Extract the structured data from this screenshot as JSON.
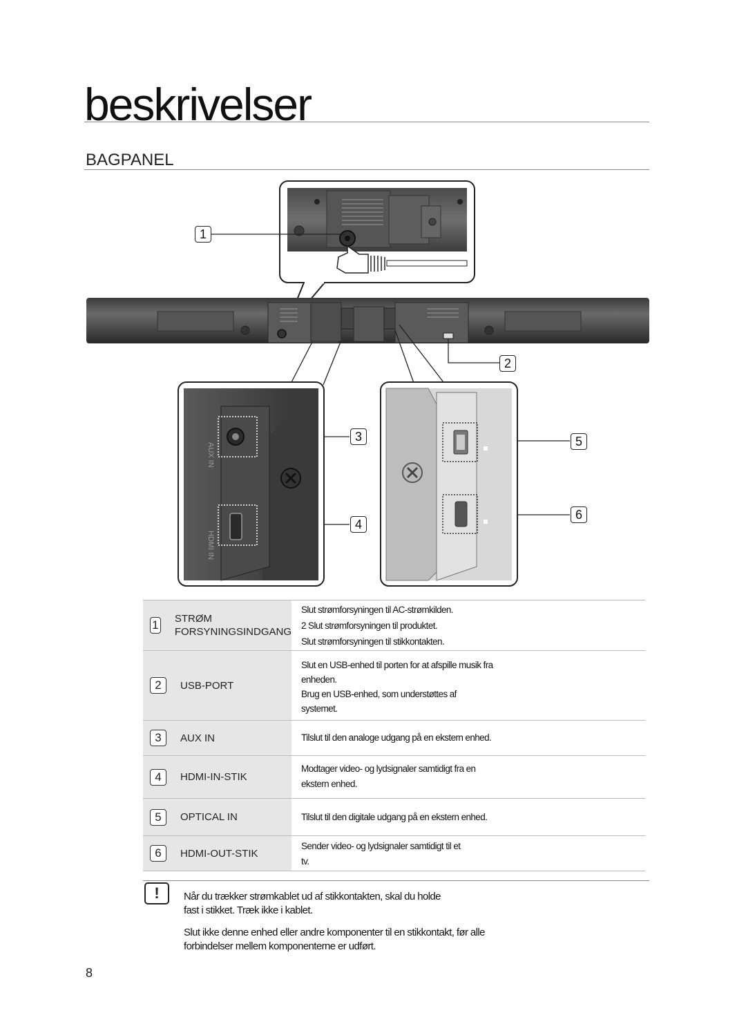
{
  "page": {
    "title": "beskrivelser",
    "section": "BAGPANEL",
    "page_number": "8"
  },
  "callouts": [
    "1",
    "2",
    "3",
    "4",
    "5",
    "6"
  ],
  "diagram": {
    "label_aux_in": "AUX IN",
    "label_hdmi_in": "HDMI IN"
  },
  "table": {
    "rows": [
      {
        "num": "1",
        "name": [
          "STRØM",
          "FORSYNINGSINDGANG"
        ],
        "desc": [
          "Slut strømforsyningen til AC-strømkilden.",
          "2  Slut strømforsyningen til produktet.",
          "Slut strømforsyningen til stikkontakten."
        ]
      },
      {
        "num": "2",
        "name": [
          "USB-PORT"
        ],
        "desc": [
          "Slut en USB-enhed til porten for at afspille musik fra",
          "enheden.",
          "Brug en USB-enhed, som understøttes af",
          "systemet."
        ]
      },
      {
        "num": "3",
        "name": [
          "AUX IN"
        ],
        "desc": [
          "Tilslut til den analoge udgang på en ekstern enhed."
        ]
      },
      {
        "num": "4",
        "name": [
          "HDMI-IN-STIK"
        ],
        "desc": [
          "Modtager video- og lydsignaler samtidigt fra en",
          "ekstern enhed."
        ]
      },
      {
        "num": "5",
        "name": [
          "OPTICAL IN"
        ],
        "desc": [
          "Tilslut til den digitale udgang på en ekstern enhed."
        ]
      },
      {
        "num": "6",
        "name": [
          "HDMI-OUT-STIK"
        ],
        "desc": [
          "Sender video- og lydsignaler samtidigt til et",
          "tv."
        ]
      }
    ]
  },
  "note": {
    "icon": "!",
    "lines": [
      "Når du trækker strømkablet ud af stikkontakten, skal du holde",
      "fast i stikket. Træk ikke i kablet.",
      "Slut ikke denne enhed eller andre komponenter til en stikkontakt, før alle",
      "forbindelser mellem komponenterne er udført."
    ]
  }
}
